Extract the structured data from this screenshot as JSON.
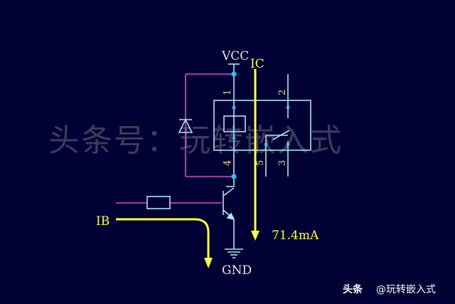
{
  "labels": {
    "vcc": "VCC",
    "gnd": "GND",
    "ic": "IC",
    "ib": "IB",
    "current": "71.4mA"
  },
  "pins": {
    "p1": "1",
    "p2": "2",
    "p3": "3",
    "p4": "4",
    "p5": "5"
  },
  "watermark": "头条号：玩转嵌入式",
  "footer": {
    "brand": "头条",
    "handle": "@玩转嵌入式"
  },
  "colors": {
    "background": "#000035",
    "wire_cyan": "#a8e8f0",
    "wire_magenta": "#d050c8",
    "node": "#20c8ff",
    "current_arrow": "#ffff33",
    "pin_label": "#dfe070"
  }
}
